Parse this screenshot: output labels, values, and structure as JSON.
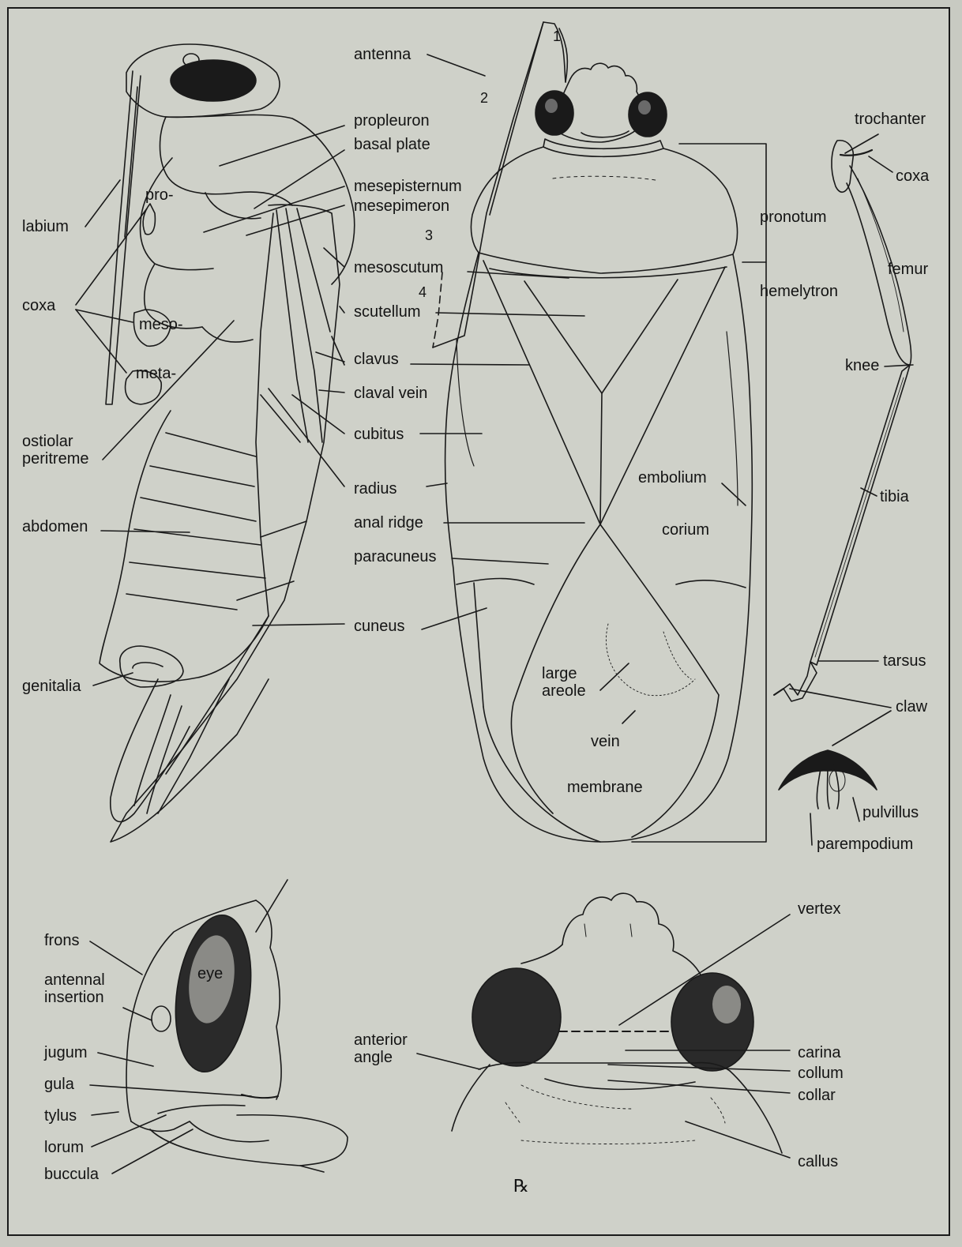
{
  "labels": {
    "antenna": "antenna",
    "propleuron": "propleuron",
    "basal_plate": "basal plate",
    "mesepisternum": "mesepisternum",
    "mesepimeron": "mesepimeron",
    "mesoscutum": "mesoscutum",
    "scutellum": "scutellum",
    "clavus": "clavus",
    "claval_vein": "claval vein",
    "cubitus": "cubitus",
    "radius": "radius",
    "anal_ridge": "anal ridge",
    "paracuneus": "paracuneus",
    "cuneus": "cuneus",
    "labium": "labium",
    "pro": "pro-",
    "coxa_left": "coxa",
    "meso": "meso-",
    "meta": "meta-",
    "ostiolar_peritreme": "ostiolar\nperitreme",
    "abdomen": "abdomen",
    "genitalia": "genitalia",
    "pronotum": "pronotum",
    "hemelytron": "hemelytron",
    "embolium": "embolium",
    "corium": "corium",
    "large_areole": "large\nareole",
    "vein": "vein",
    "membrane": "membrane",
    "trochanter": "trochanter",
    "coxa_right": "coxa",
    "femur": "femur",
    "knee": "knee",
    "tibia": "tibia",
    "tarsus": "tarsus",
    "claw": "claw",
    "pulvillus": "pulvillus",
    "parempodium": "parempodium",
    "frons": "frons",
    "eye": "eye",
    "antennal_insertion": "antennal\ninsertion",
    "jugum": "jugum",
    "gula": "gula",
    "tylus": "tylus",
    "lorum": "lorum",
    "buccula": "buccula",
    "vertex": "vertex",
    "anterior_angle": "anterior\nangle",
    "carina": "carina",
    "collum": "collum",
    "collar": "collar",
    "callus": "callus"
  },
  "antenna_segments": [
    "1",
    "2",
    "3",
    "4"
  ],
  "colors": {
    "background": "#cfd1c9",
    "ink": "#141414"
  }
}
